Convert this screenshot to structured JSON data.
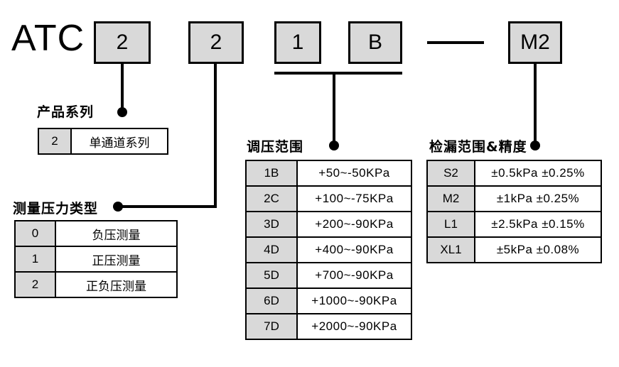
{
  "model_code": {
    "prefix": "ATC",
    "boxes": [
      {
        "label": "2",
        "name": "code-box-series"
      },
      {
        "label": "2",
        "name": "code-box-pressure-type"
      },
      {
        "label": "1",
        "name": "code-box-range-digit"
      },
      {
        "label": "B",
        "name": "code-box-range-letter"
      },
      {
        "label": "M2",
        "name": "code-box-leak-accuracy"
      }
    ],
    "separator": "—"
  },
  "sections": {
    "product_series": {
      "caption": "产品系列",
      "rows": [
        {
          "code": "2",
          "desc": "单通道系列"
        }
      ]
    },
    "pressure_type": {
      "caption": "测量压力类型",
      "rows": [
        {
          "code": "0",
          "desc": "负压测量"
        },
        {
          "code": "1",
          "desc": "正压测量"
        },
        {
          "code": "2",
          "desc": "正负压测量"
        }
      ]
    },
    "pressure_range": {
      "caption": "调压范围",
      "rows": [
        {
          "code": "1B",
          "desc": "+50~-50KPa"
        },
        {
          "code": "2C",
          "desc": "+100~-75KPa"
        },
        {
          "code": "3D",
          "desc": "+200~-90KPa"
        },
        {
          "code": "4D",
          "desc": "+400~-90KPa"
        },
        {
          "code": "5D",
          "desc": "+700~-90KPa"
        },
        {
          "code": "6D",
          "desc": "+1000~-90KPa"
        },
        {
          "code": "7D",
          "desc": "+2000~-90KPa"
        }
      ]
    },
    "leak_range": {
      "caption": "检漏范围&精度",
      "rows": [
        {
          "code": "S2",
          "desc": "±0.5kPa ±0.25%"
        },
        {
          "code": "M2",
          "desc": "±1kPa ±0.25%"
        },
        {
          "code": "L1",
          "desc": "±2.5kPa ±0.15%"
        },
        {
          "code": "XL1",
          "desc": "±5kPa ±0.08%"
        }
      ]
    }
  },
  "colors": {
    "box_fill": "#d9d9d9",
    "line": "#000000",
    "background": "#ffffff"
  }
}
